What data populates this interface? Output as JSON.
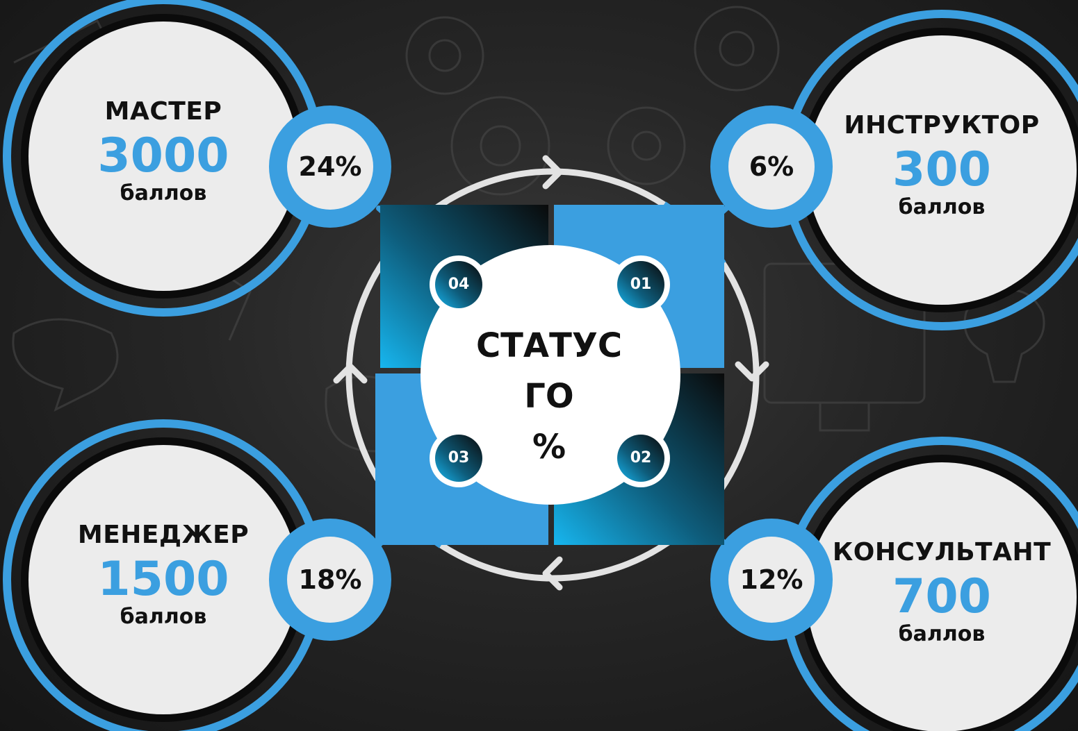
{
  "center": {
    "line1": "СТАТУС",
    "line2": "ГО",
    "line3": "%"
  },
  "statuses": [
    {
      "id": "master",
      "title": "МАСТЕР",
      "points": "3000",
      "unit": "баллов",
      "percent": "24%"
    },
    {
      "id": "instructor",
      "title": "ИНСТРУКТОР",
      "points": "300",
      "unit": "баллов",
      "percent": "6%"
    },
    {
      "id": "manager",
      "title": "МЕНЕДЖЕР",
      "points": "1500",
      "unit": "баллов",
      "percent": "18%"
    },
    {
      "id": "consultant",
      "title": "КОНСУЛЬТАНТ",
      "points": "700",
      "unit": "баллов",
      "percent": "12%"
    }
  ],
  "segments": [
    "01",
    "02",
    "03",
    "04"
  ],
  "icons": [
    "arrow-right-icon",
    "arrow-down-icon",
    "arrow-left-icon",
    "arrow-up-icon"
  ],
  "colors": {
    "accent": "#3b9fe0",
    "ring": "#e3e3e3",
    "card": "#ececec",
    "dark": "#0b0b0b"
  }
}
